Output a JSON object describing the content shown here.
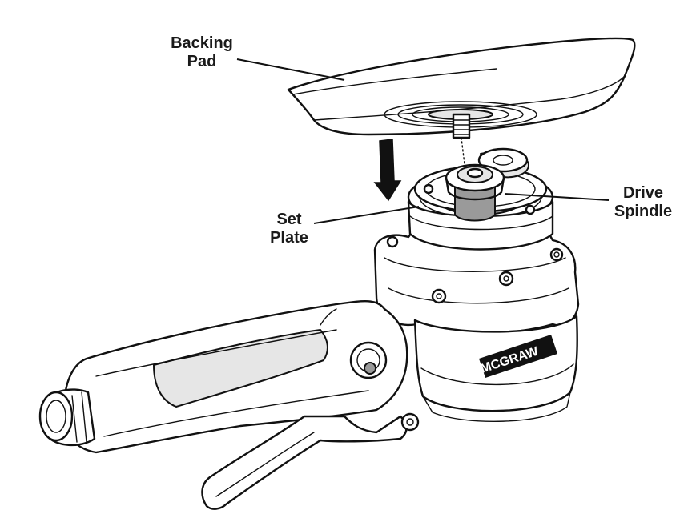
{
  "labels": {
    "backing_pad": [
      "Backing",
      "Pad"
    ],
    "set_plate": [
      "Set",
      "Plate"
    ],
    "drive_spindle": [
      "Drive",
      "Spindle"
    ]
  },
  "brand": "MCGRAW",
  "colors": {
    "ink": "#111111",
    "background": "#ffffff",
    "shade": "#e6e6e6"
  },
  "icons": {
    "direction": "down-arrow-icon"
  }
}
